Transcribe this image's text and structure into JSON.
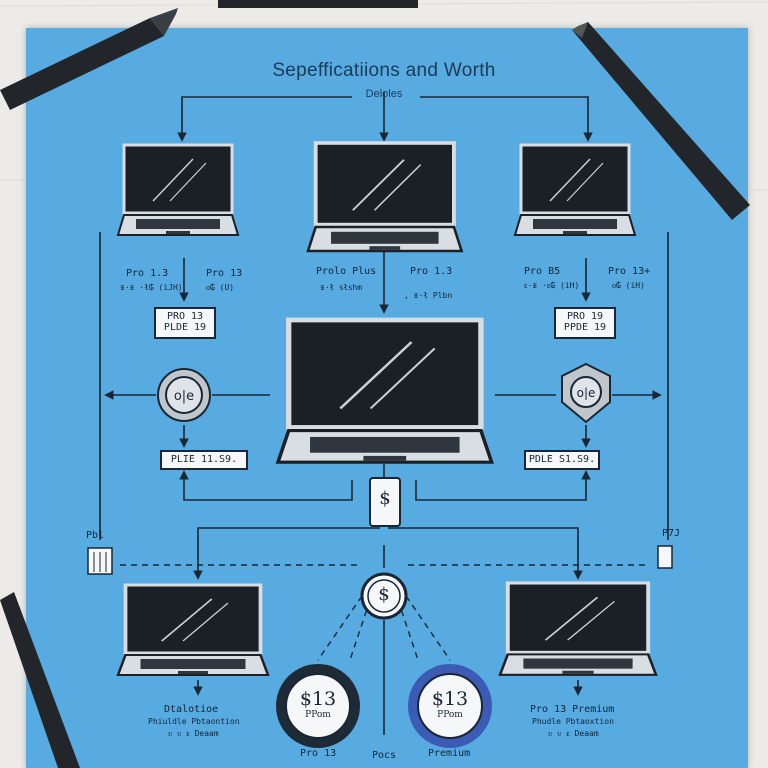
{
  "title": "Sepefficatiions  and Worth",
  "subtitle": "Deloles",
  "laptops": {
    "top_left_label_a": "Pro 1.3",
    "top_left_sub_a": "ᵻ·ᵻ ·ł₲ (iJH)",
    "top_left_label_b": "Pro 13",
    "top_left_sub_b": "ᴏ₲ (U)",
    "top_center_label_a": "Prolo Plus",
    "top_center_sub_a": "ᵻ·ł 𝗌ł𝗌hm",
    "top_center_label_b": "Pro 1.3",
    "top_center_sub_b": ", ᵻ·ł Plbn",
    "top_right_label_a": "Pro B5",
    "top_right_sub_a": "ᴇ·ᵻ ·ᴇ₲ (iH)",
    "top_right_label_b": "Pro 13+",
    "top_right_sub_b": "ᴏ₲ (iH)"
  },
  "model_boxes": {
    "left": "PRO 13\nPLDE 19",
    "right": "PRO 19\nPPDE 19"
  },
  "price_boxes": {
    "left": "PLIE 11.S9.",
    "right": "PDLE S1.S9."
  },
  "center_badge": "$",
  "coin_badge": "$",
  "side_notes": {
    "left": "Pbl",
    "right": "P7J"
  },
  "bottom_left": {
    "label": "Dtalotioe",
    "line2": "Phiuldle Pbtaontion",
    "line3": "ᴜ ᴜ ᴇ Deaam"
  },
  "bottom_right": {
    "label": "Pro 13 Premium",
    "line2": "Phudle Pbtaoxtion",
    "line3": "ᴜ ᴜ ᴇ Deaam"
  },
  "seals": {
    "left_price": "$13",
    "left_sub": "PPom",
    "left_caption": "Pro 13",
    "right_price": "$13",
    "right_sub": "PPom",
    "right_caption": "Premium",
    "middle_caption": "Pocs"
  },
  "colors": {
    "paper": "#57abe0",
    "ink": "#1a2633",
    "desk": "#ecebe7",
    "seal_blue": "#3b5bb5"
  }
}
